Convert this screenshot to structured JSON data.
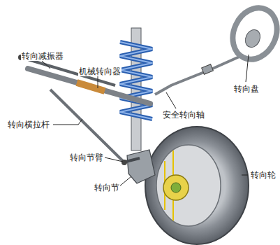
{
  "diagram": {
    "labels": [
      "转向减振器",
      "机械转向器",
      "转向盘",
      "安全转向轴",
      "转向横拉杆",
      "转向节臂",
      "转向节",
      "转向轮"
    ]
  }
}
